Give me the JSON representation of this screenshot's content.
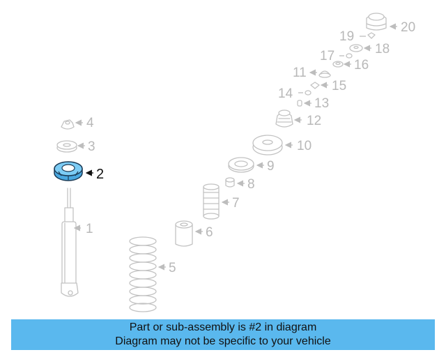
{
  "diagram": {
    "highlight_color": "#5ab8ee",
    "highlighted_part": "2",
    "callouts": [
      "1",
      "2",
      "3",
      "4",
      "5",
      "6",
      "7",
      "8",
      "9",
      "10",
      "11",
      "12",
      "13",
      "14",
      "15",
      "16",
      "17",
      "18",
      "19",
      "20"
    ]
  },
  "banner": {
    "line1": "Part or sub-assembly is #2 in diagram",
    "line2": "Diagram may not be specific to your vehicle",
    "background": "#5ab8ee"
  }
}
